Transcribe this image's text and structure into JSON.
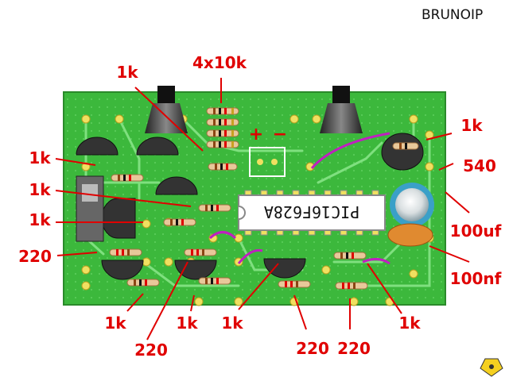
{
  "brand": "BRUNOIP",
  "chip_label": "PIC16F628A",
  "polarity": {
    "plus": "+",
    "minus": "−"
  },
  "labels": {
    "r_top_1k": "1k",
    "r_4x10k": "4x10k",
    "r_right_1k": "1k",
    "r_540": "540",
    "r_left_1k_a": "1k",
    "r_left_1k_b": "1k",
    "r_left_1k_c": "1k",
    "r_220_left": "220",
    "c_100uf": "100uf",
    "c_100nf": "100nf",
    "b_1k_1": "1k",
    "b_220_1": "220",
    "b_1k_2": "1k",
    "b_1k_3": "1k",
    "b_220_2": "220",
    "b_220_3": "220",
    "b_1k_4": "1k"
  },
  "colors": {
    "board": "#3cb83c",
    "board_dark": "#2a8a2a",
    "pad": "#f0e060",
    "label": "#e00000",
    "jumper": "#c020c0",
    "capacitor_electrolytic": "#3aa0c8",
    "capacitor_ceramic": "#e08a30"
  }
}
